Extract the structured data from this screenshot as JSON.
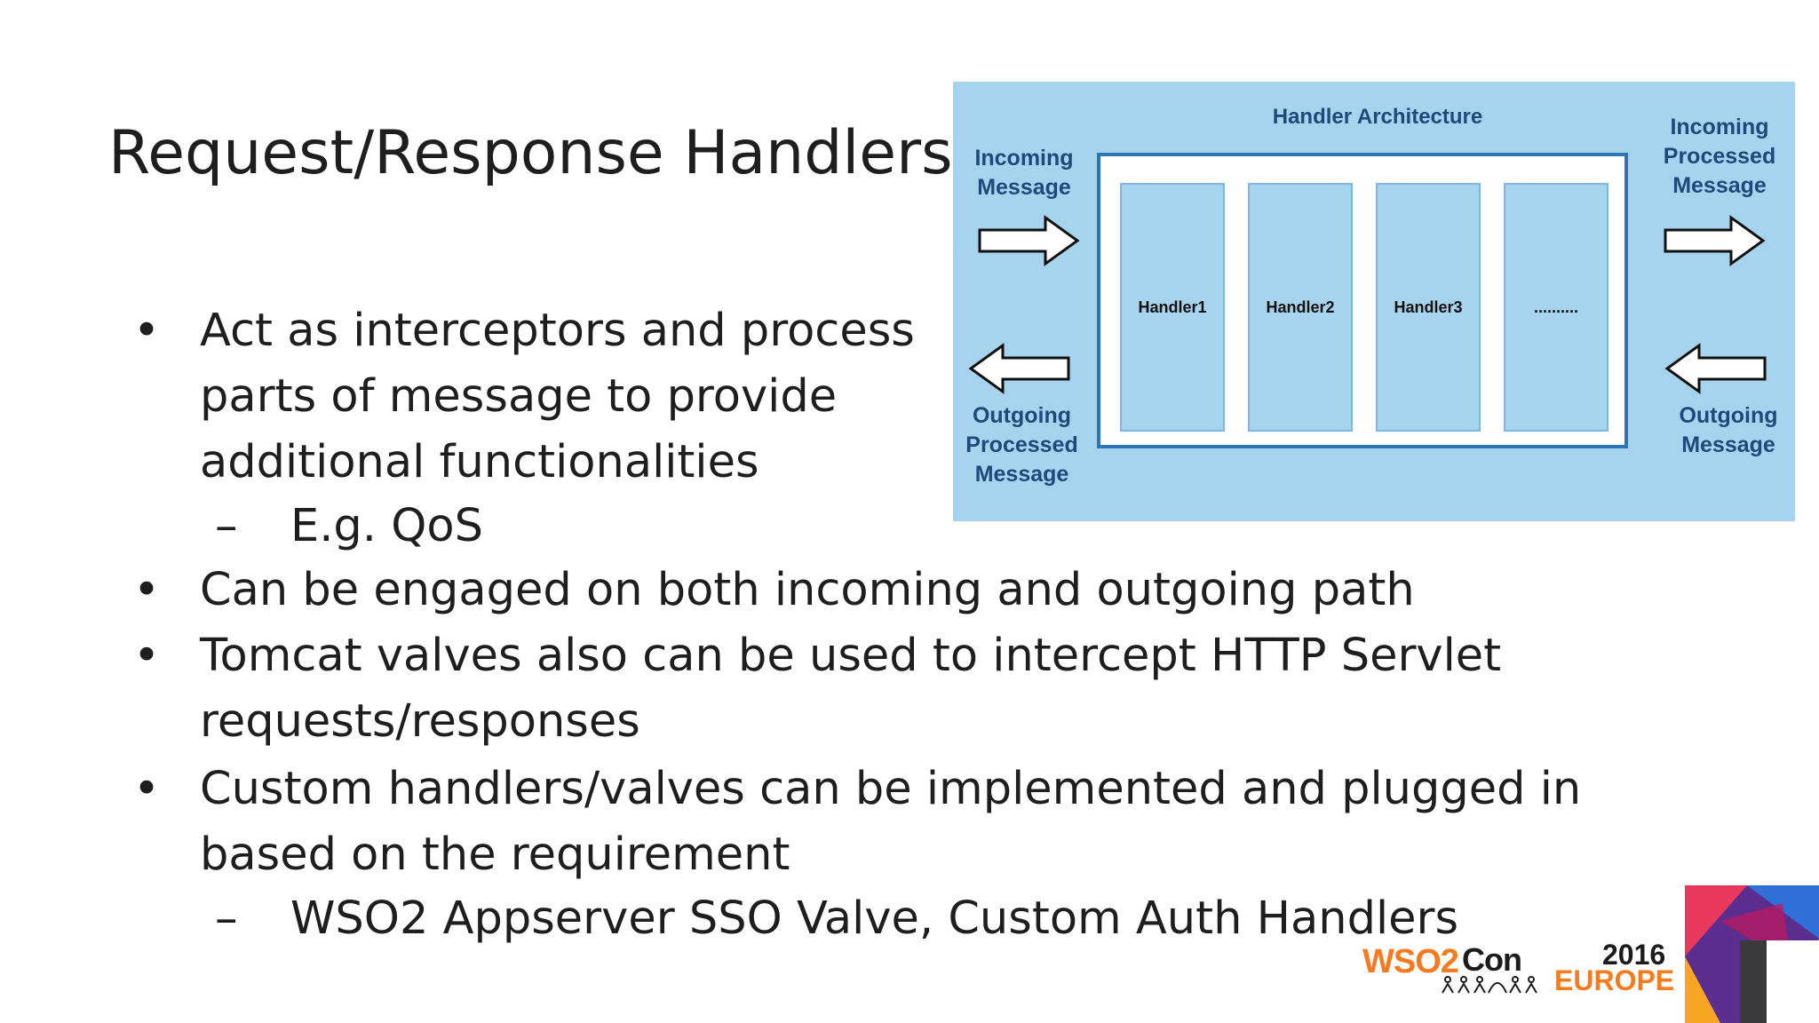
{
  "slide": {
    "title": "Request/Response Handlers",
    "bullets": [
      {
        "text_lines": [
          "Act as interceptors and process",
          "parts of message to provide",
          "additional functionalities"
        ],
        "sub": [
          "E.g. QoS"
        ]
      },
      {
        "text_lines": [
          "Can be engaged on both incoming and outgoing path"
        ],
        "sub": []
      },
      {
        "text_lines": [
          "Tomcat valves also can be used to intercept HTTP Servlet",
          "requests/responses"
        ],
        "sub": []
      },
      {
        "text_lines": [
          "Custom handlers/valves can be implemented and plugged in",
          "based on the requirement"
        ],
        "sub": [
          "WSO2 Appserver SSO Valve, Custom Auth Handlers"
        ]
      }
    ],
    "bullet_glyph": "•",
    "sub_glyph": "–"
  },
  "diagram": {
    "title": "Handler Architecture",
    "left_top_label": [
      "Incoming",
      "Message"
    ],
    "left_bottom_label": [
      "Outgoing",
      "Processed",
      "Message"
    ],
    "right_top_label": [
      "Incoming",
      "Processed",
      "Message"
    ],
    "right_bottom_label": [
      "Outgoing",
      "Message"
    ],
    "handlers": [
      "Handler1",
      "Handler2",
      "Handler3",
      ".........."
    ],
    "colors": {
      "panel": "#a6d3ed",
      "frame": "#2e75b6",
      "label": "#1f497d"
    }
  },
  "logo": {
    "brand_left": "WSO2",
    "brand_right": "Con",
    "year": "2016",
    "region": "EUROPE",
    "colors": {
      "orange": "#f47b20",
      "dark": "#1c1c1c"
    }
  }
}
